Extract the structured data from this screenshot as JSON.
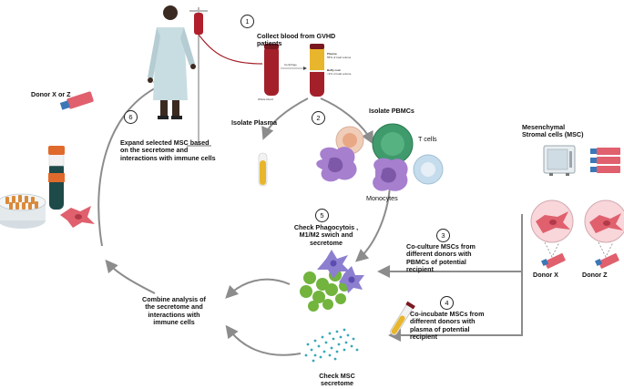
{
  "steps": {
    "s1": "1",
    "s2": "2",
    "s3": "3",
    "s4": "4",
    "s5": "5",
    "s6": "6"
  },
  "labels": {
    "collect_blood": "Collect blood  from GVHD\npatients",
    "isolate_plasma": "Isolate Plasma",
    "isolate_pbmcs": "Isolate PBMCs",
    "t_cells": "T cells",
    "monocytes": "Monocytes",
    "msc_title": "Mesenchymal\nStromal cells (MSC)",
    "donor_xz": "Donor X or Z",
    "expand_msc": "Expand selected MSC based\non the secretome and\ninteractions with immune cells",
    "check_phago": "Check Phagocytois  ,\nM1/M2 swich and\nsecretome",
    "coculture": "Co-culture  MSCs from\ndifferent donors with\nPBMCs of potential\nrecipient",
    "coincubate": "Co-incubate  MSCs from\ndifferent donors with\nplasma of potential\nrecipient",
    "combine": "Combine analysis of\nthe secretome and\ninteractions with\nimmune cells",
    "check_msc": "Check MSC\nsecretome",
    "donor_x": "Donor X",
    "donor_z": "Donor Z"
  },
  "tube_labels": {
    "whole_blood": "Whole blood",
    "plasma": "Plasma",
    "plasma_pct": "55% of total volume",
    "buffy_coat": "Buffy coat",
    "buffy_pct": "<1% of total volume",
    "centrifuge": "Centrifuge"
  },
  "colors": {
    "arrow": "#8c8c8c",
    "blood": "#a3202a",
    "plasma": "#e8b62c",
    "macrophage": "#8d7fd0",
    "msc_cell": "#e0606e",
    "green_cell": "#72b43e",
    "teal_dots": "#3aa8b8",
    "tcell": "#3f9a6c",
    "monocyte": "#a77fcf"
  }
}
